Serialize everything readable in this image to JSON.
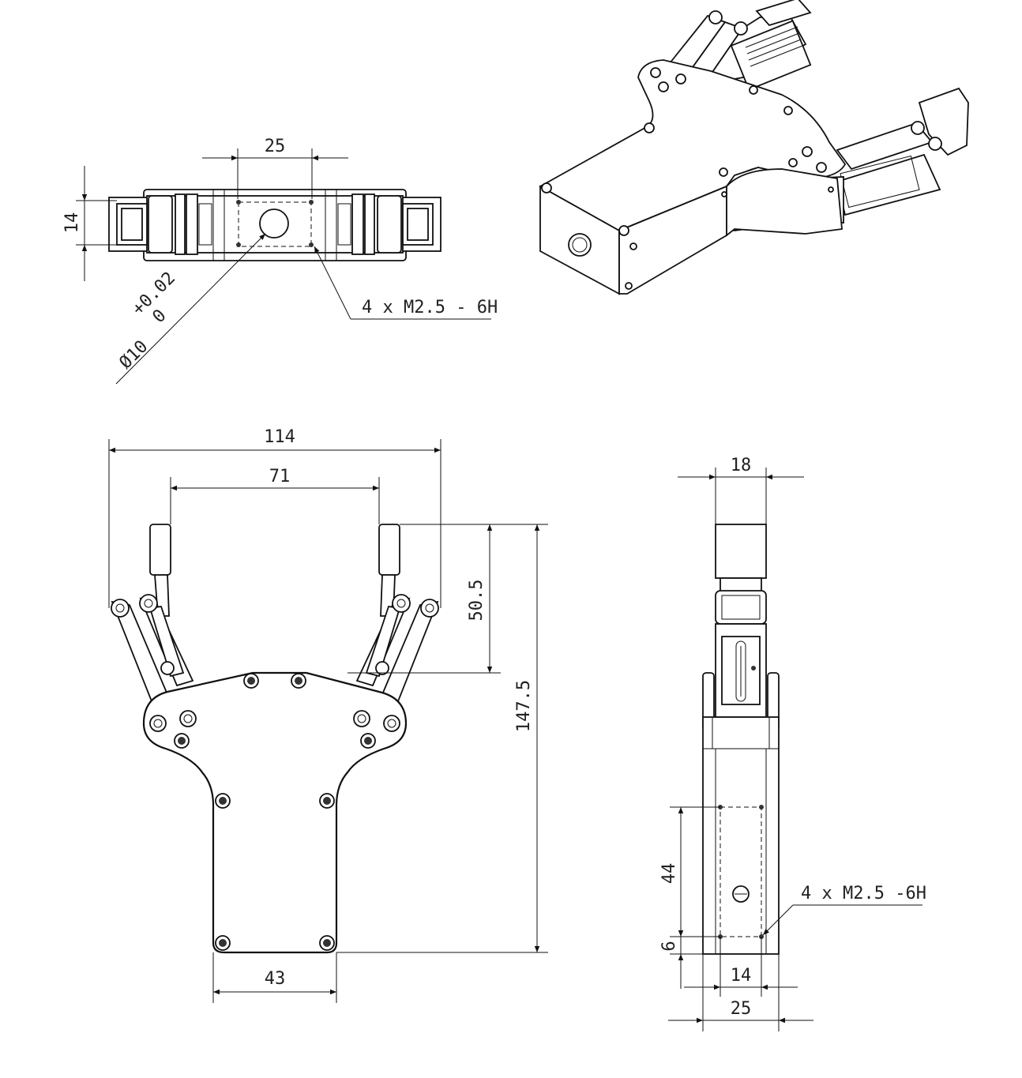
{
  "top_view": {
    "dim_hole_spacing": "25",
    "dim_thickness": "14",
    "bore_dia": "Ø10",
    "bore_tol_upper": "+0.02",
    "bore_tol_lower": "0",
    "thread_callout": "4 x  M2.5 - 6H"
  },
  "front_view": {
    "dim_overall_width": "114",
    "dim_jaw_opening": "71",
    "dim_finger_length": "50.5",
    "dim_overall_height": "147.5",
    "dim_base_width": "43"
  },
  "side_view": {
    "dim_finger_width": "18",
    "dim_hole_vertical": "44",
    "dim_hole_offset": "6",
    "dim_hole_horizontal": "14",
    "dim_body_width": "25",
    "thread_callout": "4 x  M2.5 -6H"
  }
}
